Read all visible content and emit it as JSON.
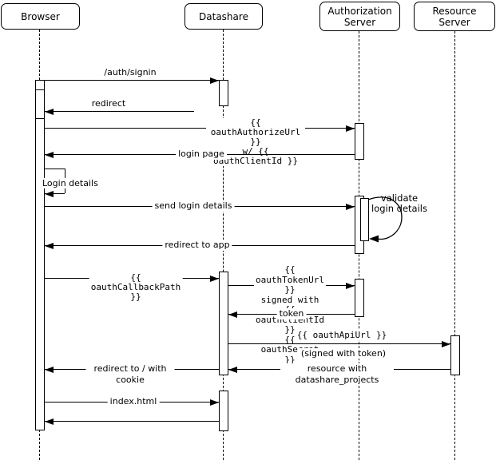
{
  "diagram": {
    "type": "uml-sequence-diagram",
    "colors": {
      "stroke": "#000000",
      "background": "#ffffff"
    },
    "actors": [
      {
        "id": "browser",
        "label": "Browser"
      },
      {
        "id": "datashare",
        "label": "Datashare"
      },
      {
        "id": "auth-server",
        "label": "Authorization\nServer"
      },
      {
        "id": "resource-server",
        "label": "Resource\nServer"
      }
    ],
    "messages": {
      "auth_signin": "/auth/signin",
      "redirect": "redirect",
      "authorize_url": "{{ oauthAuthorizeUrl }}\nw/ {{ oauthClientId }}",
      "login_page": "login page",
      "login_details_self": "Login details",
      "send_login_details": "send login details",
      "validate_self": "validate\nlogin details",
      "redirect_to_app": "redirect to app",
      "callback_path": "{{ oauthCallbackPath }}",
      "token_url": "{{ oauthTokenUrl }}\nsigned with\n{{ oauthClientId }}\n{{ oauthSecret }}",
      "token": "token",
      "api_url": "{{ oauthApiUrl }}",
      "signed_with_token": "(signed with token)",
      "resource_projects": "resource with datashare_projects",
      "redirect_cookie": "redirect to / with cookie",
      "index_html": "index.html"
    }
  }
}
